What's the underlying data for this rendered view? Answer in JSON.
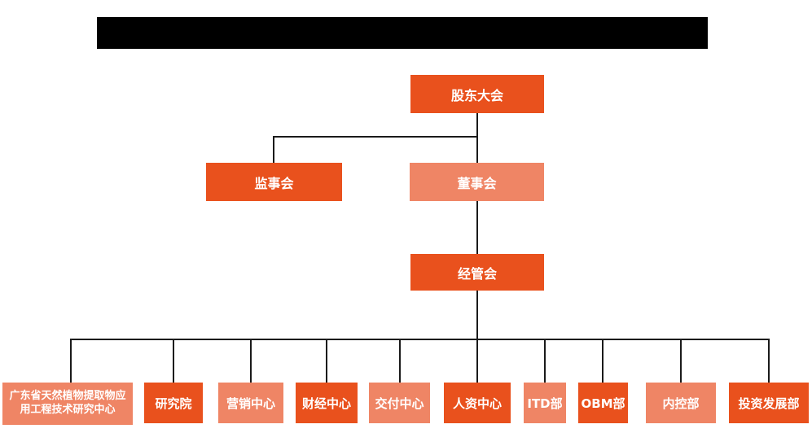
{
  "org": {
    "root": {
      "label": "股东大会",
      "variant": "dark"
    },
    "level2": [
      {
        "label": "监事会",
        "variant": "dark"
      },
      {
        "label": "董事会",
        "variant": "light"
      }
    ],
    "level3": {
      "label": "经管会",
      "variant": "dark"
    },
    "departments": [
      {
        "label": "广东省天然植物提取物应用工程技术研究中心",
        "variant": "light"
      },
      {
        "label": "研究院",
        "variant": "dark"
      },
      {
        "label": "营销中心",
        "variant": "light"
      },
      {
        "label": "财经中心",
        "variant": "dark"
      },
      {
        "label": "交付中心",
        "variant": "light"
      },
      {
        "label": "人资中心",
        "variant": "dark"
      },
      {
        "label": "ITD部",
        "variant": "light"
      },
      {
        "label": "OBM部",
        "variant": "dark"
      },
      {
        "label": "内控部",
        "variant": "light"
      },
      {
        "label": "投资发展部",
        "variant": "dark"
      }
    ],
    "colors": {
      "dark": "#E9511D",
      "light": "#EF8565",
      "line": "#1A1A1A",
      "title_bar": "#000000",
      "node_text": "#FFFFFF",
      "background": "#FFFFFF"
    }
  }
}
